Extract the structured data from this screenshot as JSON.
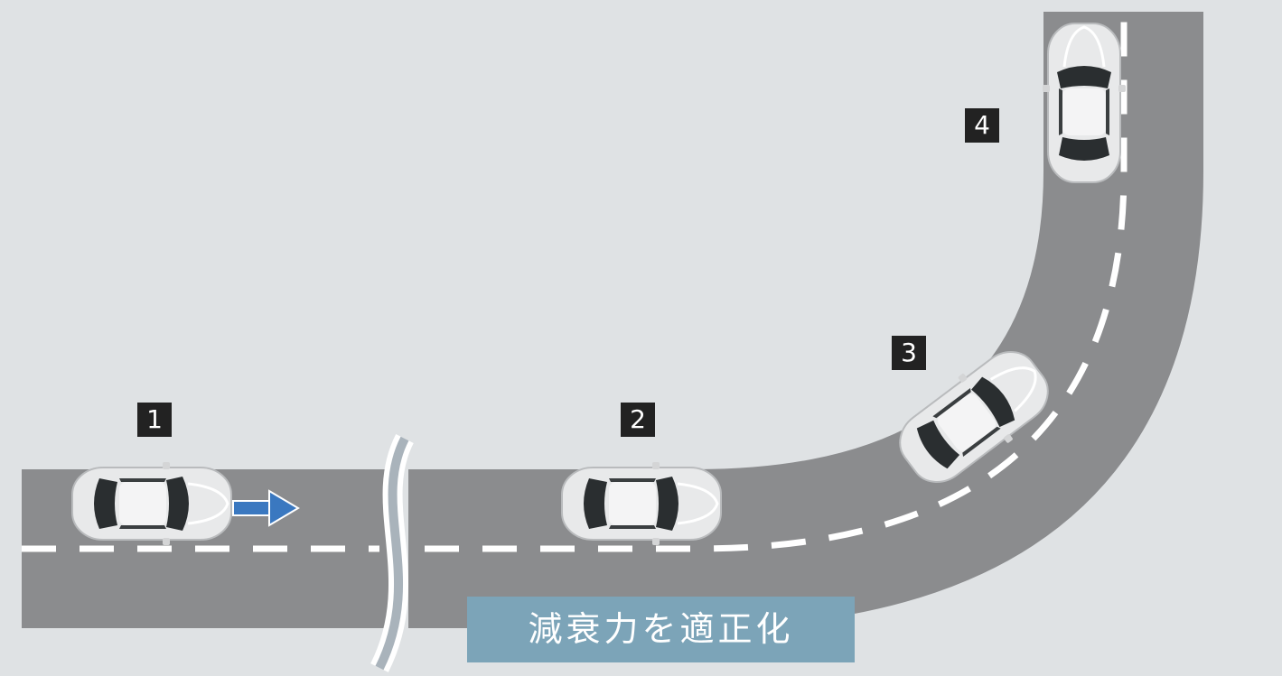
{
  "markers": {
    "m1": "1",
    "m2": "2",
    "m3": "3",
    "m4": "4"
  },
  "caption": "減衰力を適正化",
  "colors": {
    "background": "#dfe2e4",
    "road": "#8b8c8e",
    "lane": "#ffffff",
    "caption_bg": "#7ca4b8",
    "marker_bg": "#222222",
    "arrow": "#3a78c0",
    "car_body": "#e8e9ea",
    "car_glass": "#2a2e30"
  },
  "icons": {
    "direction": "arrow-right-icon",
    "break": "wavy-break-icon",
    "vehicle": "car-icon"
  }
}
